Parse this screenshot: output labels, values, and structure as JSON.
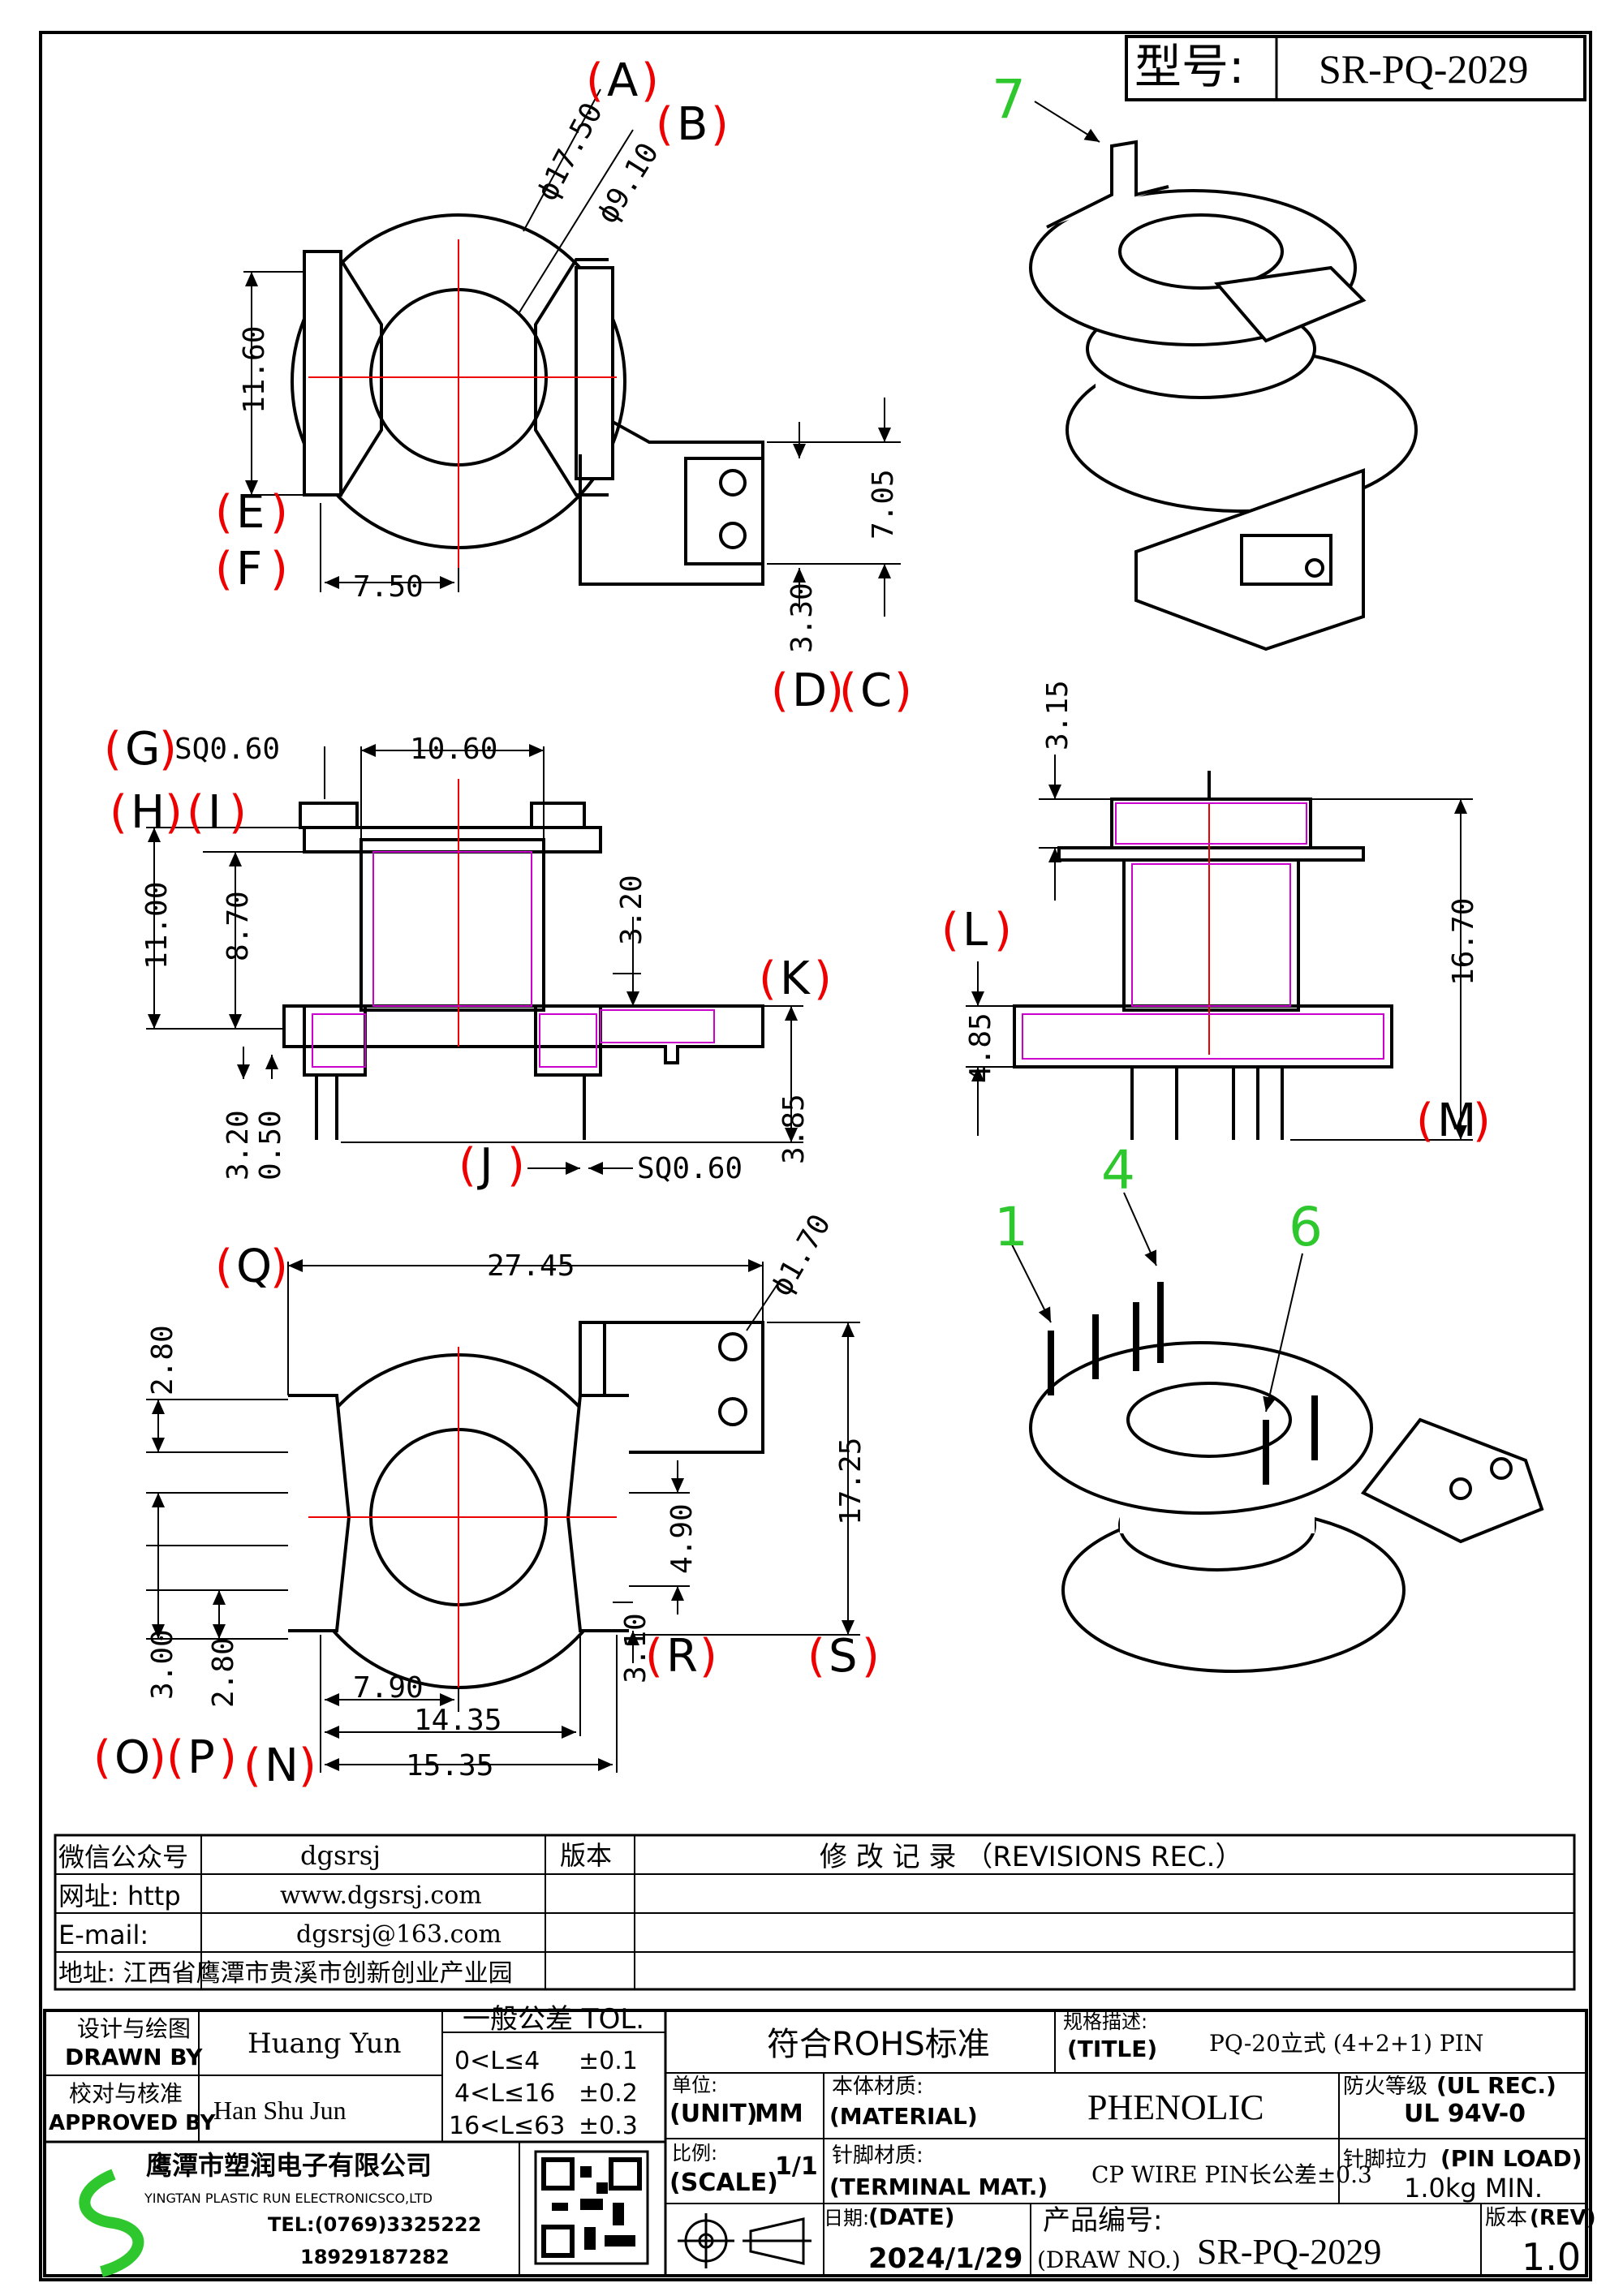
{
  "model_box": {
    "label": "型号:",
    "value": "SR-PQ-2029"
  },
  "callouts": {
    "pin7": "7",
    "pin1": "1",
    "pin4": "4",
    "pin6": "6",
    "A": "A",
    "B": "B",
    "C": "C",
    "D": "D",
    "E": "E",
    "F": "F",
    "G": "G",
    "H": "H",
    "I": "I",
    "J": "J",
    "K": "K",
    "L": "L",
    "M": "M",
    "N": "N",
    "O": "O",
    "P": "P",
    "Q": "Q",
    "R": "R",
    "S": "S"
  },
  "dims": {
    "top": {
      "d17_50": "ϕ17.50",
      "d9_10": "ϕ9.10",
      "d11_60": "11.60",
      "d7_50": "7.50",
      "d7_05": "7.05",
      "d3_30": "3.30"
    },
    "front": {
      "sq060_top": "SQ0.60",
      "d10_60": "10.60",
      "d11_00": "11.00",
      "d8_70": "8.70",
      "d3_20_right": "3.20",
      "d3_20_left": "3.20",
      "d0_50": "0.50",
      "d3_85": "3.85",
      "sq060_bottom": "SQ0.60"
    },
    "side": {
      "d3_15": "3.15",
      "d16_70": "16.70",
      "d4_85": "4.85"
    },
    "bottom": {
      "d27_45": "27.45",
      "d1_70": "ϕ1.70",
      "d2_80_top": "2.80",
      "d17_25": "17.25",
      "d4_90": "4.90",
      "d3_00": "3.00",
      "d2_80_bot": "2.80",
      "d3_10": "3.10",
      "d7_90": "7.90",
      "d14_35": "14.35",
      "d15_35": "15.35"
    }
  },
  "info_table": {
    "rows": [
      {
        "label": "微信公众号",
        "value": "dgsrsj"
      },
      {
        "label": "网址: http",
        "value": "www.dgsrsj.com"
      },
      {
        "label": "E-mail:",
        "value": "dgsrsj@163.com"
      }
    ],
    "address": "地址: 江西省鹰潭市贵溪市创新创业产业园",
    "version_header": "版本",
    "revisions_header": "修 改 记 录 （REVISIONS REC.）"
  },
  "title_block": {
    "drawn_label_cn": "设计与绘图",
    "drawn_label_en": "DRAWN BY",
    "drawn_name": "Huang Yun",
    "approved_label_cn": "校对与核准",
    "approved_label_en": "APPROVED BY",
    "approved_name": "Han Shu Jun",
    "tol_header": "一般公差 TOL.",
    "tol_rows": [
      {
        "range": "0<L≤4",
        "tol": "±0.1"
      },
      {
        "range": "4<L≤16",
        "tol": "±0.2"
      },
      {
        "range": "16<L≤63",
        "tol": "±0.3"
      }
    ],
    "rohs": "符合ROHS标准",
    "spec_label_cn": "规格描述:",
    "spec_label_en": "(TITLE)",
    "spec_value": "PQ-20立式 (4+2+1) PIN",
    "unit_label_cn": "单位:",
    "unit_label_en": "(UNIT)",
    "unit_value": "MM",
    "material_label_cn": "本体材质:",
    "material_label_en": "(MATERIAL)",
    "material_value": "PHENOLIC",
    "fire_label_cn": "防火等级",
    "fire_label_en": "(UL REC.)",
    "fire_value": "UL 94V-0",
    "company_cn": "鹰潭市塑润电子有限公司",
    "company_en": "YINGTAN PLASTIC RUN ELECTRONICSCO,LTD",
    "tel": "TEL:(0769)3325222",
    "phone": "18929187282",
    "scale_label_cn": "比例:",
    "scale_label_en": "(SCALE)",
    "scale_value": "1/1",
    "terminal_label_cn": "针脚材质:",
    "terminal_label_en": "(TERMINAL MAT.)",
    "terminal_value": "CP WIRE  PIN长公差±0.3",
    "pinload_label_cn": "针脚拉力",
    "pinload_label_en": "(PIN LOAD)",
    "pinload_value": "1.0kg MIN.",
    "date_label_cn": "日期:",
    "date_label_en": "(DATE)",
    "date_value": "2024/1/29",
    "drawno_label_cn": "产品编号:",
    "drawno_label_en": "(DRAW NO.)",
    "drawno_value": "SR-PQ-2029",
    "rev_label_cn": "版本",
    "rev_label_en": "(REV)",
    "rev_value": "1.0"
  }
}
